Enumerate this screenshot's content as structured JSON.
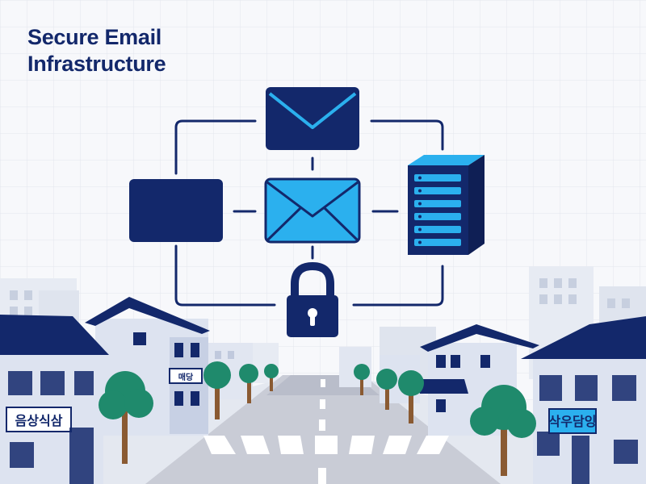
{
  "header": {
    "title_line1": "Secure Email",
    "title_line2": "Infrastructure"
  },
  "signs": {
    "left_shop": "음상식삼",
    "left_small": "매당",
    "right_shop": "삭우담잉"
  },
  "icons": {
    "top": "envelope-icon",
    "center": "envelope-icon",
    "left": "monitor-icon",
    "right": "server-icon",
    "bottom": "padlock-icon"
  },
  "colors": {
    "navy": "#13286b",
    "sky": "#2bb0ee",
    "tree": "#1f8a6c",
    "building": "#dde3f0",
    "roof": "#13286b",
    "road": "#c9ccd6"
  }
}
